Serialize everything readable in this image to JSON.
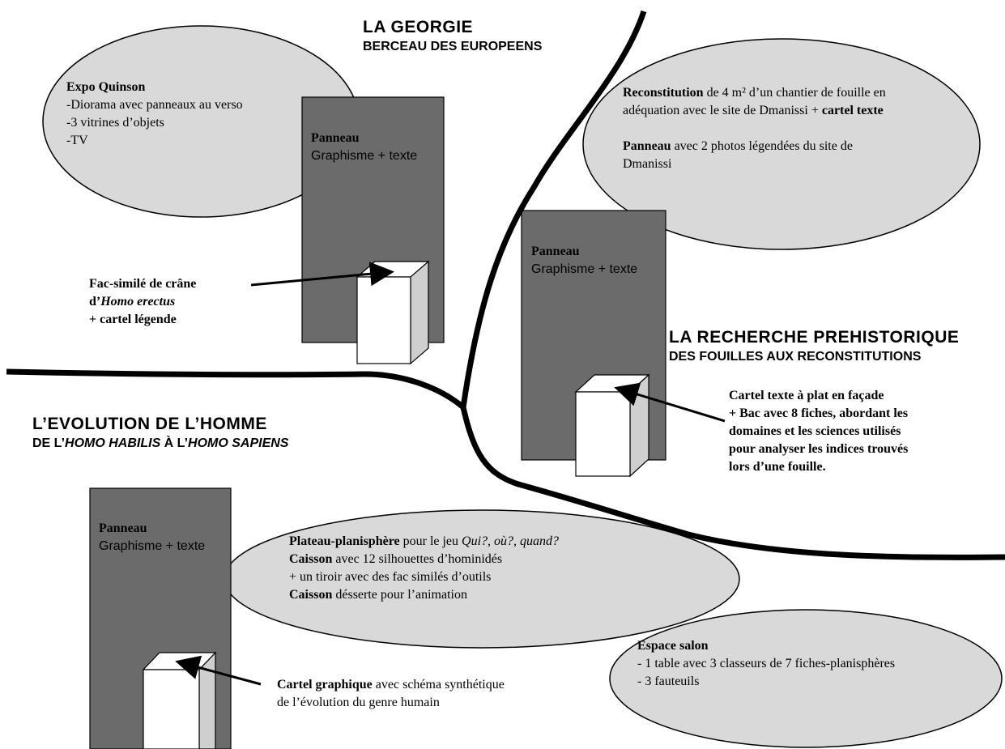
{
  "sections": {
    "georgie": {
      "title": "LA GEORGIE",
      "subtitle": "BERCEAU DES EUROPEENS"
    },
    "recherche": {
      "title": "LA RECHERCHE PREHISTORIQUE",
      "subtitle": "DES FOUILLES AUX RECONSTITUTIONS"
    },
    "evolution": {
      "title": "L’EVOLUTION DE L’HOMME",
      "subtitle_prefix": "DE L’",
      "subtitle_italic1": "HOMO HABILIS",
      "subtitle_mid": " À L’",
      "subtitle_italic2": "HOMO SAPIENS"
    }
  },
  "panels": {
    "georgie": {
      "title": "Panneau",
      "text": "Graphisme + texte"
    },
    "recherche": {
      "title": "Panneau",
      "text": "Graphisme + texte"
    },
    "evolution": {
      "title": "Panneau",
      "text": "Graphisme + texte"
    }
  },
  "expo": {
    "title": "Expo Quinson",
    "items": [
      "-Diorama avec panneaux au verso",
      "-3 vitrines d’objets",
      "-TV"
    ]
  },
  "reconstitution": {
    "b1": "Reconstitution",
    "t1": " de 4 m² d’un chantier de fouille en",
    "t2": "adéquation avec le site de Dmanissi + ",
    "b2": "cartel texte",
    "b3": "Panneau",
    "t3": " avec 2 photos légendées du site de",
    "t4": "Dmanissi"
  },
  "fac_simile": {
    "line1": "Fac-similé de crâne",
    "line2_prefix": "d’",
    "line2_italic": "Homo erectus",
    "line3": "+ cartel légende"
  },
  "cartel_texte": {
    "lines": [
      "Cartel  texte à plat en façade",
      "+ Bac avec 8 fiches, abordant les",
      "domaines et les sciences utilisés",
      "pour analyser les indices trouvés",
      "lors d’une fouille."
    ]
  },
  "plateau": {
    "b1": "Plateau-planisphère",
    "t1": " pour le jeu ",
    "i1": "Qui?, où?, quand?",
    "b2": "Caisson",
    "t2": " avec 12 silhouettes d’hominidés",
    "t3": "+ un tiroir avec des fac similés d’outils",
    "b3": "Caisson",
    "t4": " désserte pour l’animation"
  },
  "salon": {
    "title": "Espace salon",
    "items": [
      "- 1 table avec 3 classeurs de 7 fiches-planisphères",
      "- 3 fauteuils"
    ]
  },
  "cartel_graphique": {
    "b1": "Cartel graphique",
    "t1": " avec schéma synthétique",
    "t2": "de l’évolution du genre humain"
  },
  "colors": {
    "panel": "#6b6b6b",
    "ellipse": "#d9d9d9",
    "line": "#000000",
    "box_front": "#ffffff",
    "box_side": "#cfcfcf"
  }
}
